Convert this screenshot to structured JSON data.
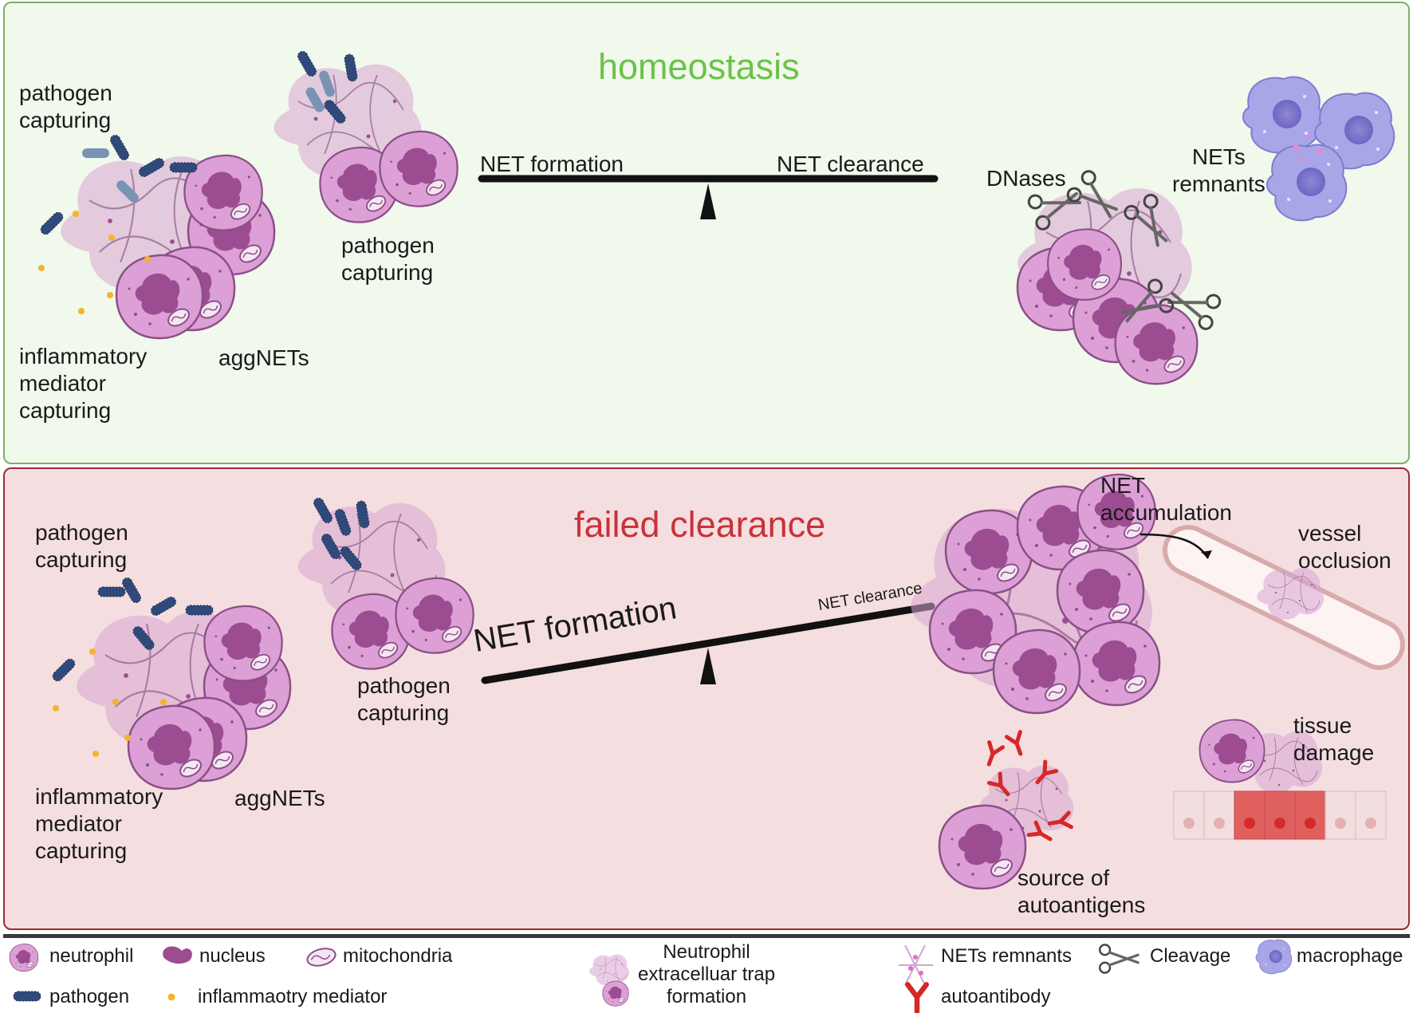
{
  "top_panel": {
    "title": "homeostasis",
    "pathogen_capturing_left": "pathogen\ncapturing",
    "pathogen_capturing_center": "pathogen\ncapturing",
    "inflammatory": "inflammatory\nmediator\ncapturing",
    "aggnets": "aggNETs",
    "balance_left": "NET formation",
    "balance_right": "NET clearance",
    "dnases": "DNases",
    "nets_remnants": "NETs\nremnants"
  },
  "bottom_panel": {
    "title": "failed clearance",
    "pathogen_capturing_left": "pathogen\ncapturing",
    "pathogen_capturing_center": "pathogen\ncapturing",
    "inflammatory": "inflammatory\nmediator\ncapturing",
    "aggnets": "aggNETs",
    "balance_left": "NET formation",
    "balance_right": "NET clearance",
    "net_accumulation": "NET\naccumulation",
    "vessel_occlusion": "vessel\nocclusion",
    "tissue_damage": "tissue\ndamage",
    "autoantigens": "source of\nautoantigens"
  },
  "legend": {
    "neutrophil": "neutrophil",
    "nucleus": "nucleus",
    "mitochondria": "mitochondria",
    "net_formation": "Neutrophil\nextracelluar trap\nformation",
    "nets_remnants": "NETs remnants",
    "cleavage": "Cleavage",
    "macrophage": "macrophage",
    "pathogen": "pathogen",
    "inflammatory_mediator": "inflammaotry mediator",
    "autoantibody": "autoantibody"
  },
  "colors": {
    "homeostasis_title": "#6cc24a",
    "failed_title": "#c8323a",
    "neutrophil_fill": "#dca0d6",
    "neutrophil_stroke": "#8a4f86",
    "nucleus": "#9c4d92",
    "net_cloud": "#d7a4d1",
    "pathogen": "#2f4a7a",
    "pathogen_light": "#7a93b3",
    "mediator": "#f1b52a",
    "macrophage": "#a8a6e6",
    "autoantibody": "#d62828",
    "tissue_damaged": "#e06060"
  }
}
